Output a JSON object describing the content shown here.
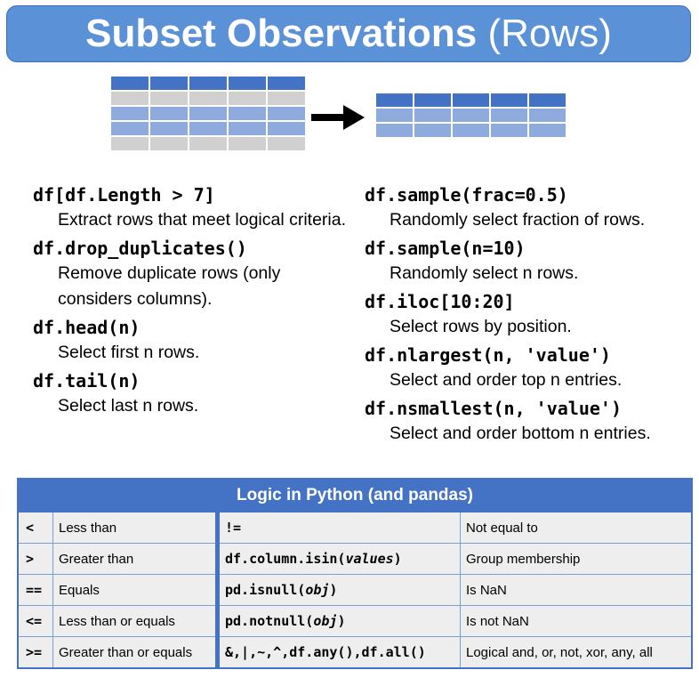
{
  "title": {
    "bold": "Subset Observations",
    "light": "(Rows)"
  },
  "colors": {
    "banner": "#5b91d6",
    "dark_row": "#4472c4",
    "light_row": "#8faadc",
    "gray_row": "#d0d0d0"
  },
  "left_column": [
    {
      "code": "df[df.Length > 7]",
      "desc": "Extract rows that meet logical criteria."
    },
    {
      "code": "df.drop_duplicates()",
      "desc": "Remove duplicate rows (only considers columns)."
    },
    {
      "code": "df.head(n)",
      "desc": "Select first n rows."
    },
    {
      "code": "df.tail(n)",
      "desc": "Select last n rows."
    }
  ],
  "right_column": [
    {
      "code": "df.sample(frac=0.5)",
      "desc": "Randomly select fraction of rows."
    },
    {
      "code": "df.sample(n=10)",
      "desc": "Randomly select n rows."
    },
    {
      "code": "df.iloc[10:20]",
      "desc": "Select rows by position."
    },
    {
      "code": "df.nlargest(n, 'value')",
      "desc": "Select and order top n entries."
    },
    {
      "code": "df.nsmallest(n, 'value')",
      "desc": "Select and order bottom n entries."
    }
  ],
  "logic_table": {
    "header": "Logic in Python (and pandas)",
    "rows": [
      {
        "sym": "<",
        "meaning": "Less than",
        "expr": "!=",
        "expr_arg": "",
        "expr_tail": "",
        "explain": "Not equal to"
      },
      {
        "sym": ">",
        "meaning": "Greater than",
        "expr": "df.column.isin(",
        "expr_arg": "values",
        "expr_tail": ")",
        "explain": "Group membership"
      },
      {
        "sym": "==",
        "meaning": "Equals",
        "expr": "pd.isnull(",
        "expr_arg": "obj",
        "expr_tail": ")",
        "explain": "Is NaN"
      },
      {
        "sym": "<=",
        "meaning": "Less than or equals",
        "expr": "pd.notnull(",
        "expr_arg": "obj",
        "expr_tail": ")",
        "explain": "Is not NaN"
      },
      {
        "sym": ">=",
        "meaning": "Greater than or equals",
        "expr": "&,|,~,^,df.any(),df.all()",
        "expr_arg": "",
        "expr_tail": "",
        "explain": "Logical and, or, not, xor, any, all"
      }
    ]
  }
}
